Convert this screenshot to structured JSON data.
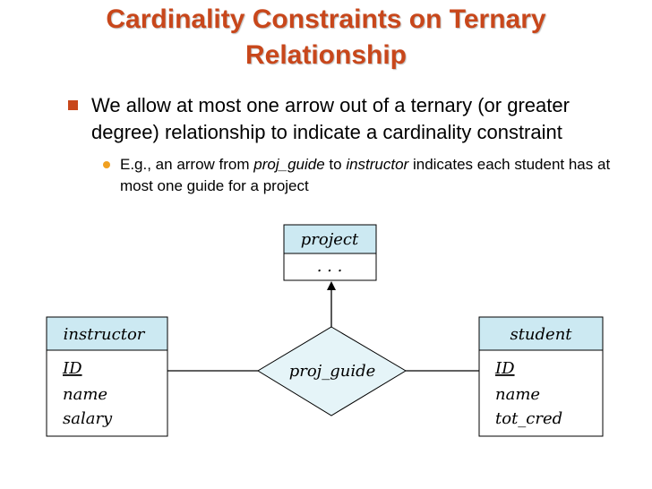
{
  "slide": {
    "title_line1": "Cardinality Constraints on Ternary",
    "title_line2": "Relationship",
    "bullet1": "We allow at most one arrow out of a ternary (or greater degree) relationship to indicate a cardinality constraint",
    "bullet2_prefix": "E.g., an arrow from ",
    "bullet2_em1": "proj_guide",
    "bullet2_mid": " to ",
    "bullet2_em2": "instructor",
    "bullet2_suffix": " indicates each student has at most one guide for a project"
  },
  "diagram": {
    "project": {
      "name": "project",
      "attrs": ". . ."
    },
    "instructor": {
      "name": "instructor",
      "attrs": [
        "ID",
        "name",
        "salary"
      ]
    },
    "student": {
      "name": "student",
      "attrs": [
        "ID",
        "name",
        "tot_cred"
      ]
    },
    "relationship": "proj_guide",
    "colors": {
      "entity_header": "#cce9f2",
      "diamond_fill": "#e5f4f8",
      "title": "#c8471b",
      "bullet_square": "#c8471b",
      "bullet_dot": "#f0a020"
    }
  }
}
